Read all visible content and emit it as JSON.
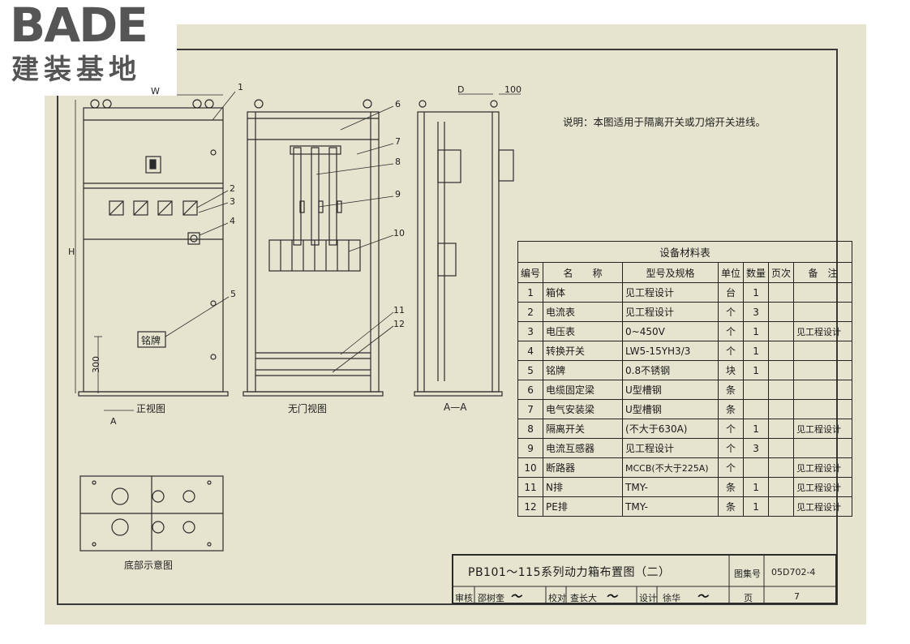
{
  "logo": {
    "main": "BADE",
    "sub": "建装基地"
  },
  "note": "说明：本图适用于隔离开关或刀熔开关进线。",
  "views": {
    "front": "正视图",
    "nodoor": "无门视图",
    "section": "A—A",
    "bottom": "底部示意图"
  },
  "dims": {
    "w": "W",
    "h": "H",
    "d": "D",
    "d100": "100",
    "h300": "300",
    "sec_a": "A",
    "nameplate": "铭牌"
  },
  "callouts": [
    "1",
    "2",
    "3",
    "4",
    "5",
    "6",
    "7",
    "8",
    "9",
    "10",
    "11",
    "12"
  ],
  "table": {
    "caption": "设备材料表",
    "headers": {
      "no": "编号",
      "name": "名　　称",
      "model": "型号及规格",
      "unit": "单位",
      "qty": "数量",
      "page": "页次",
      "remark": "备　注"
    },
    "rows": [
      {
        "no": "1",
        "name": "箱体",
        "model": "见工程设计",
        "unit": "台",
        "qty": "1",
        "remark": ""
      },
      {
        "no": "2",
        "name": "电流表",
        "model": "见工程设计",
        "unit": "个",
        "qty": "3",
        "remark": ""
      },
      {
        "no": "3",
        "name": "电压表",
        "model": "0~450V",
        "unit": "个",
        "qty": "1",
        "remark": "见工程设计"
      },
      {
        "no": "4",
        "name": "转换开关",
        "model": "LW5-15YH3/3",
        "unit": "个",
        "qty": "1",
        "remark": ""
      },
      {
        "no": "5",
        "name": "铭牌",
        "model": "0.8不锈钢",
        "unit": "块",
        "qty": "1",
        "remark": ""
      },
      {
        "no": "6",
        "name": "电缆固定梁",
        "model": "U型槽钢",
        "unit": "条",
        "qty": "",
        "remark": ""
      },
      {
        "no": "7",
        "name": "电气安装梁",
        "model": "U型槽钢",
        "unit": "条",
        "qty": "",
        "remark": ""
      },
      {
        "no": "8",
        "name": "隔离开关",
        "model": "(不大于630A)",
        "unit": "个",
        "qty": "1",
        "remark": "见工程设计"
      },
      {
        "no": "9",
        "name": "电流互感器",
        "model": "见工程设计",
        "unit": "个",
        "qty": "3",
        "remark": ""
      },
      {
        "no": "10",
        "name": "断路器",
        "model": "MCCB(不大于225A)",
        "unit": "个",
        "qty": "",
        "remark": "见工程设计"
      },
      {
        "no": "11",
        "name": "N排",
        "model": "TMY-",
        "unit": "条",
        "qty": "1",
        "remark": "见工程设计"
      },
      {
        "no": "12",
        "name": "PE排",
        "model": "TMY-",
        "unit": "条",
        "qty": "1",
        "remark": "见工程设计"
      }
    ]
  },
  "title_block": {
    "title": "PB101～115系列动力箱布置图（二）",
    "atlas_label": "图集号",
    "atlas_no": "05D702-4",
    "page_label": "页",
    "page_no": "7",
    "review_label": "审核",
    "reviewer": "邵树奎",
    "check_label": "校对",
    "checker": "查长大",
    "design_label": "设计",
    "designer": "徐华"
  }
}
